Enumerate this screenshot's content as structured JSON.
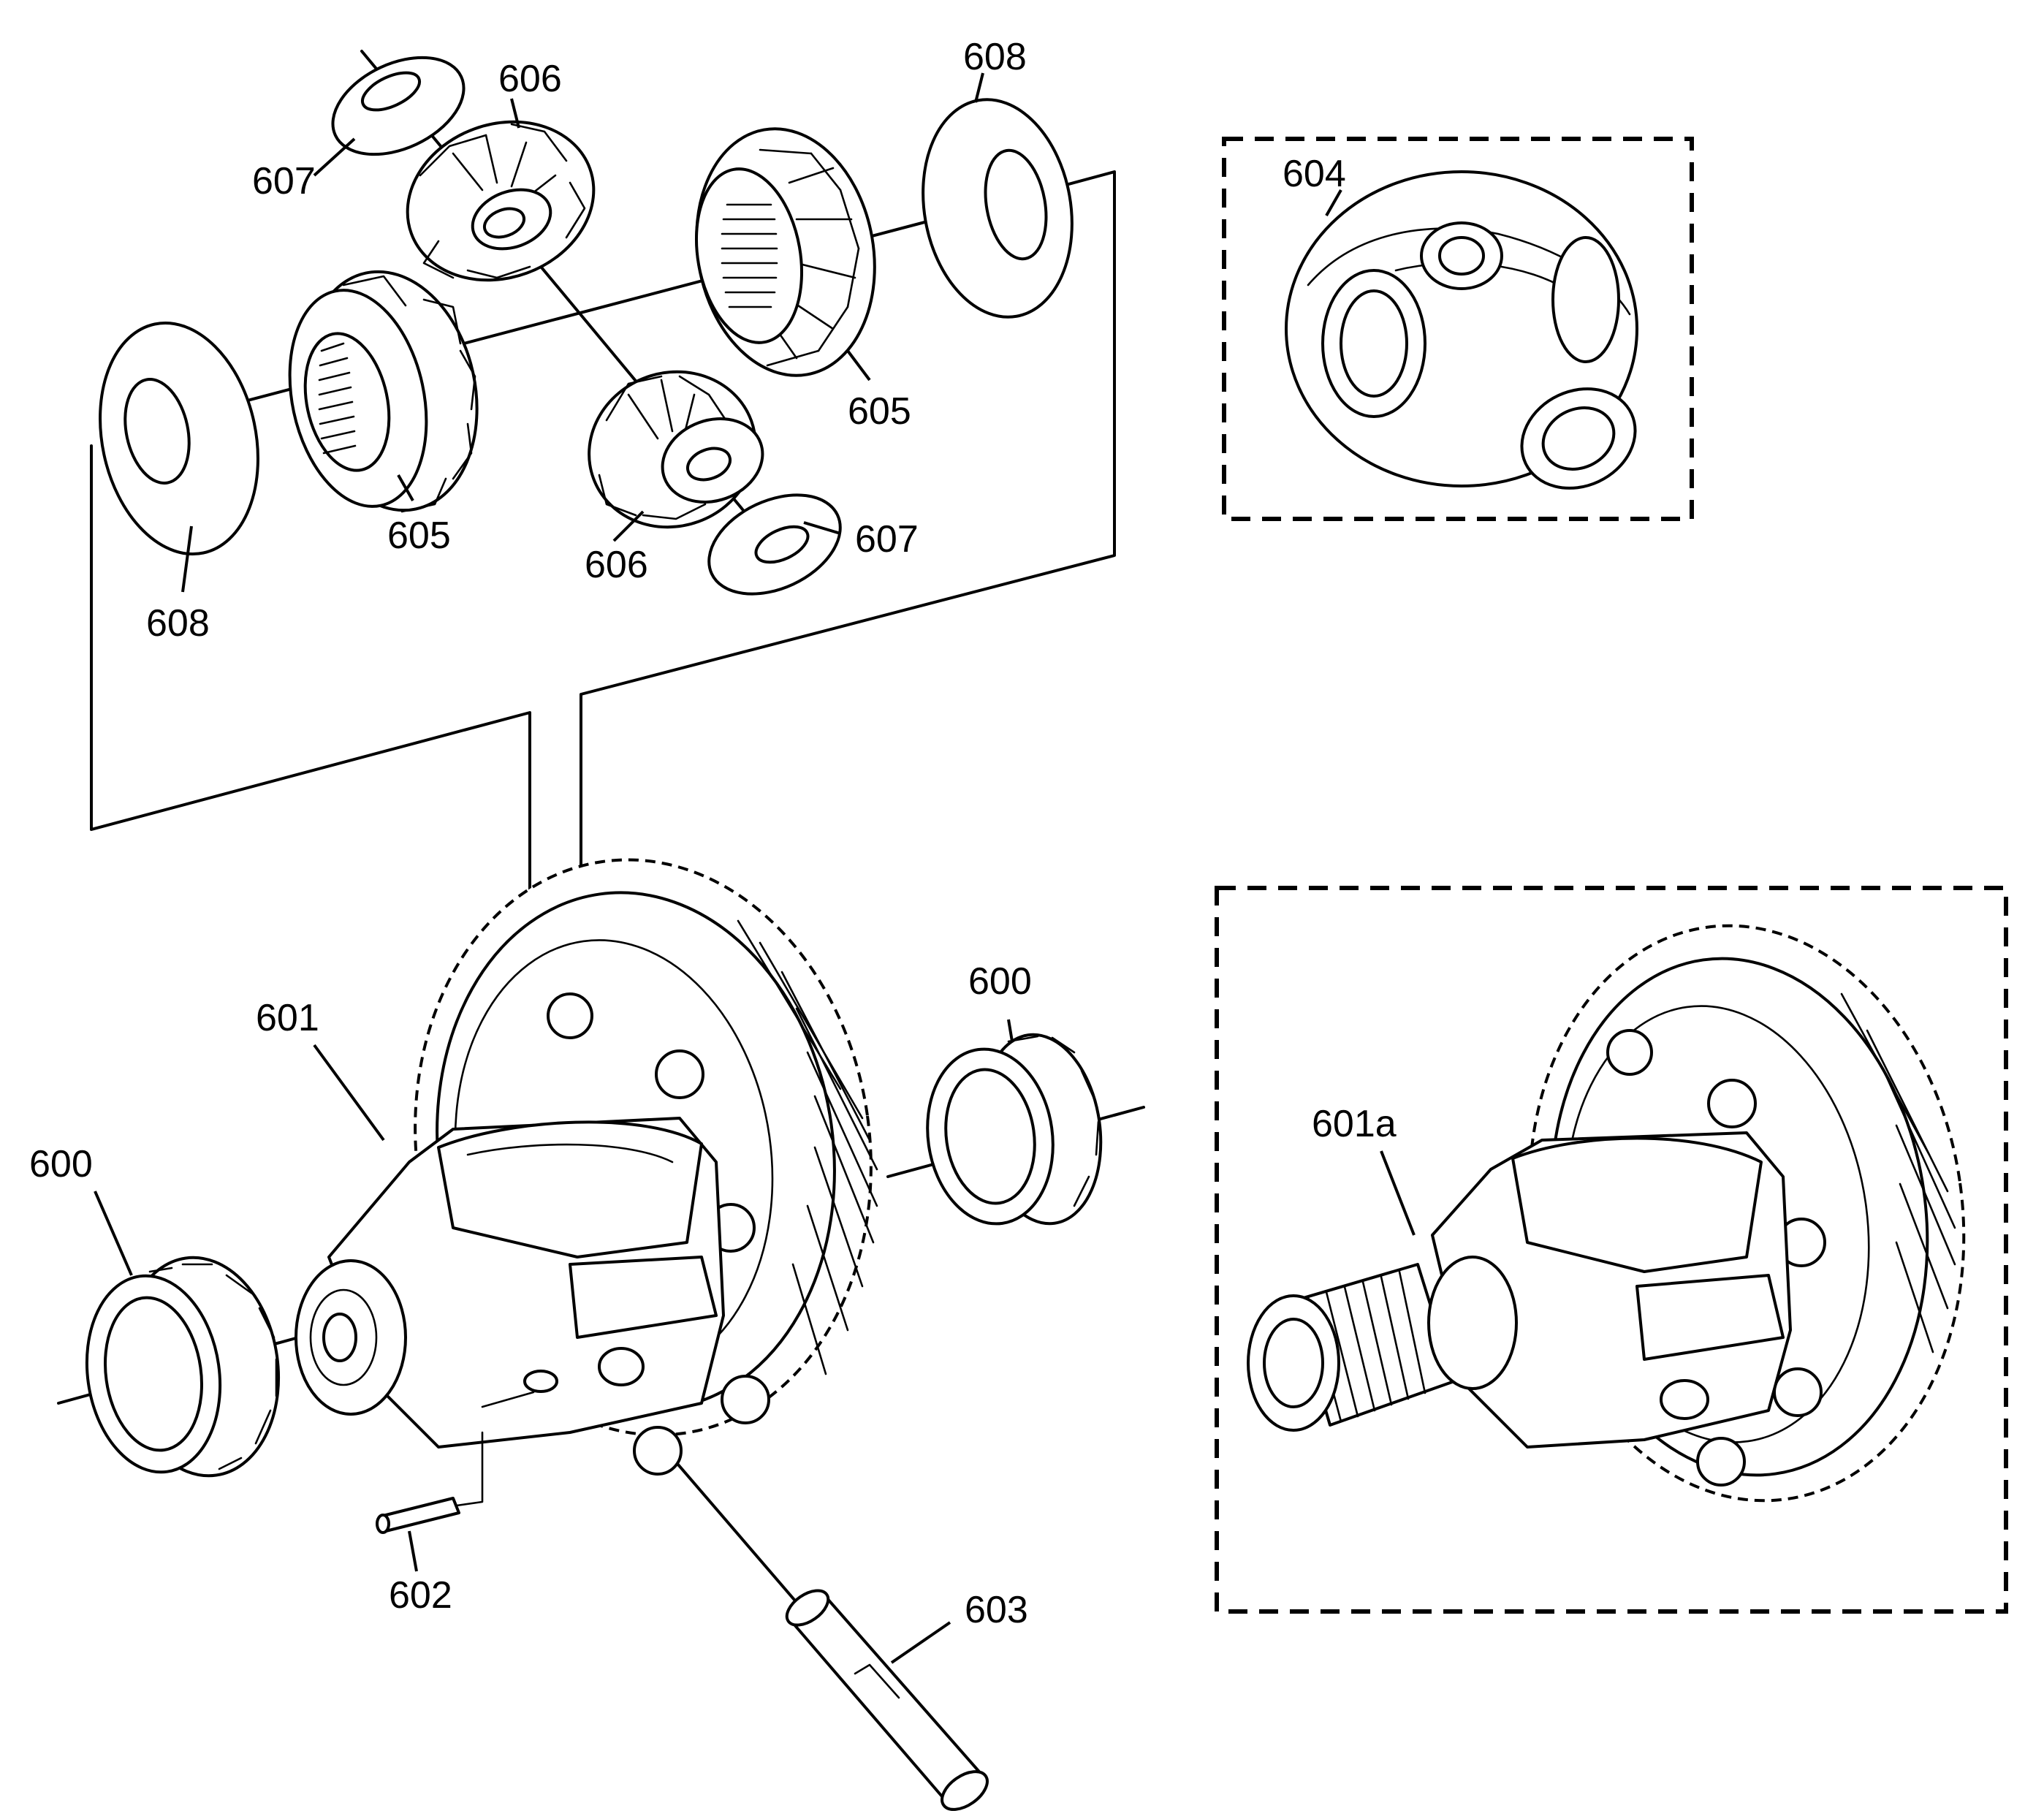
{
  "callouts": {
    "c600_left": "600",
    "c600_right": "600",
    "c601": "601",
    "c601a": "601a",
    "c602": "602",
    "c603": "603",
    "c604": "604",
    "c605_left": "605",
    "c605_right": "605",
    "c606_top": "606",
    "c606_bottom": "606",
    "c607_top": "607",
    "c607_bottom": "607",
    "c608_left": "608",
    "c608_right": "608"
  },
  "colors": {
    "line": "#000000",
    "background": "#ffffff"
  }
}
